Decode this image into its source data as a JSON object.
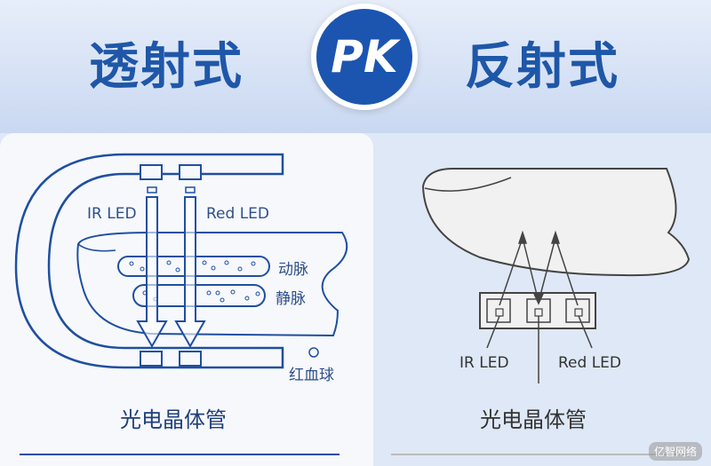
{
  "header": {
    "left_title": "透射式",
    "badge": "PK",
    "right_title": "反射式"
  },
  "transmissive": {
    "ir_led": "IR LED",
    "red_led": "Red LED",
    "artery": "动脉",
    "vein": "静脉",
    "rbc": "红血球",
    "caption": "光电晶体管",
    "accent_color": "#1f4fa0"
  },
  "reflective": {
    "ir_led": "IR LED",
    "red_led": "Red LED",
    "caption": "光电晶体管",
    "line_color": "#444444"
  },
  "watermark": "亿智网络"
}
